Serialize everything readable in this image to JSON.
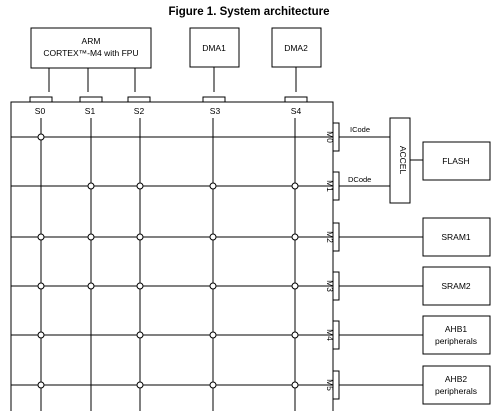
{
  "figure": {
    "title": "Figure 1. System architecture"
  },
  "masters": {
    "cpu_line1": "ARM",
    "cpu_line2": "CORTEX™-M4 with FPU",
    "dma1": "DMA1",
    "dma2": "DMA2",
    "ports": [
      "S0",
      "S1",
      "S2",
      "S3",
      "S4"
    ]
  },
  "matrix": {
    "slave_ports": [
      "M0",
      "M1",
      "M2",
      "M3",
      "M4",
      "M5"
    ]
  },
  "accelerator": {
    "label": "ACCEL",
    "icode": "ICode",
    "dcode": "DCode"
  },
  "slaves": {
    "flash": "FLASH",
    "sram1": "SRAM1",
    "sram2": "SRAM2",
    "ahb1_line1": "AHB1",
    "ahb1_line2": "peripherals",
    "ahb2_line1": "AHB2",
    "ahb2_line2": "peripherals"
  }
}
